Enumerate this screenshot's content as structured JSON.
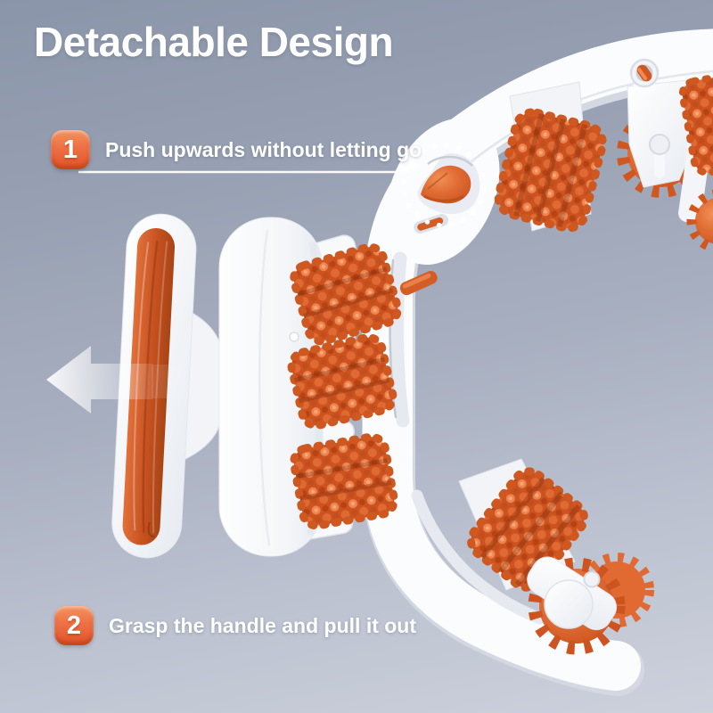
{
  "page": {
    "title": "Detachable Design"
  },
  "steps": [
    {
      "number": "1",
      "label": "Push upwards without letting go"
    },
    {
      "number": "2",
      "label": "Grasp the handle and pull it out"
    }
  ],
  "illustration": {
    "description": "White C-shaped neck massager ring with orange spiked gear rollers; detachable T-shaped roller handle pulled out to the left",
    "highlight": "release latch circled by white dotted ring",
    "arrow_direction": "left"
  },
  "colors": {
    "accent_orange": "#e0622d",
    "orange_deep": "#b54314",
    "badge_top": "#f4925f",
    "badge_bottom": "#e2532a",
    "plastic_white": "#fbfcfe",
    "background_top": "#8b95a9",
    "background_bottom": "#cdd1dc",
    "text": "#ffffff"
  },
  "icons": {
    "pull_arrow": "left-arrow",
    "highlight_ring": "dotted-circle"
  }
}
